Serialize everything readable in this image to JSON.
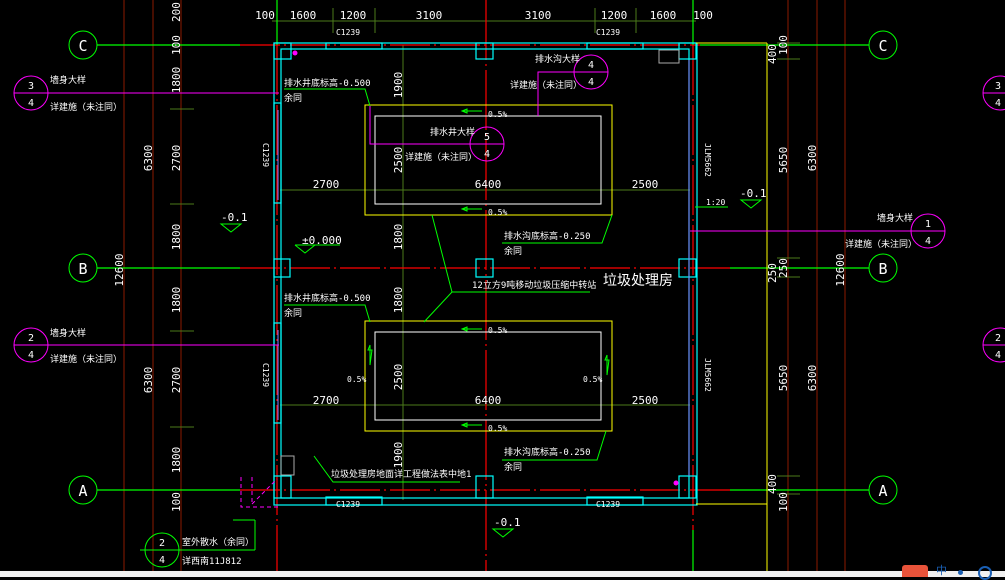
{
  "drawing": {
    "room_name": "垃圾处理房",
    "equipment_note": "12立方9吨移动垃圾压缩中转站",
    "floor_note": "垃圾处理房地面详工程做法表中地1",
    "top_dims": [
      "100",
      "1600",
      "1200",
      "3100",
      "3100",
      "1200",
      "1600",
      "100"
    ],
    "window_tags": [
      "C1239",
      "C1239",
      "C1239",
      "C1239",
      "C1239",
      "C1239"
    ],
    "door_tags": [
      "JLM5662",
      "JLM5662"
    ],
    "left_dims_outer": [
      "6300",
      "6300",
      "12600"
    ],
    "left_dims_inner": [
      "200",
      "100",
      "1800",
      "2700",
      "1800",
      "1800",
      "2700",
      "1800",
      "100"
    ],
    "right_dims": [
      "400",
      "100",
      "5650",
      "6300",
      "250",
      "250",
      "12600",
      "5650",
      "6300",
      "400",
      "100"
    ],
    "interior_dims": [
      "1900",
      "2500",
      "1800",
      "1800",
      "2500",
      "1900"
    ],
    "horizontal_dims": [
      "2700",
      "6400",
      "2500",
      "2700",
      "6400",
      "2500"
    ],
    "slopes": [
      "0.5%",
      "0.5%",
      "0.5%",
      "0.5%",
      "0.5%",
      "0.5%"
    ],
    "slope_ratio": "1:20",
    "elevations": [
      "-0.1",
      "±0.000",
      "-0.1",
      "-0.1"
    ],
    "notes": {
      "sump_bottom_1": "排水井底标高-0.500",
      "sump_bottom_2": "排水井底标高-0.500",
      "same_1": "余同",
      "same_2": "余同",
      "same_3": "余同",
      "same_4": "余同",
      "trench_bottom_1": "排水沟底标高-0.250",
      "trench_bottom_2": "排水沟底标高-0.250",
      "trench_detail": "排水沟大样",
      "sump_detail": "排水井大样",
      "wall_detail": "墙身大样",
      "see_arch": "详建施（未注同）",
      "apron": "室外散水（余同）",
      "apron_ref": "详西南11J812"
    },
    "axes": [
      "C",
      "B",
      "A"
    ],
    "detail_bubbles": [
      {
        "top": "3",
        "bottom": "4"
      },
      {
        "top": "2",
        "bottom": "4"
      },
      {
        "top": "4",
        "bottom": "4"
      },
      {
        "top": "5",
        "bottom": "4"
      },
      {
        "top": "1",
        "bottom": "4"
      },
      {
        "top": "3",
        "bottom": "4"
      },
      {
        "top": "2",
        "bottom": "4"
      },
      {
        "top": "2",
        "bottom": "4"
      }
    ],
    "ime_label": "中"
  },
  "colors": {
    "axis": "#00ff00",
    "grid": "#ff0000",
    "wall": "#00ffff",
    "trench": "#ffff00",
    "leader": "#ff00ff",
    "dim": "#4b7a1a",
    "gridline": "#8b1a00"
  }
}
